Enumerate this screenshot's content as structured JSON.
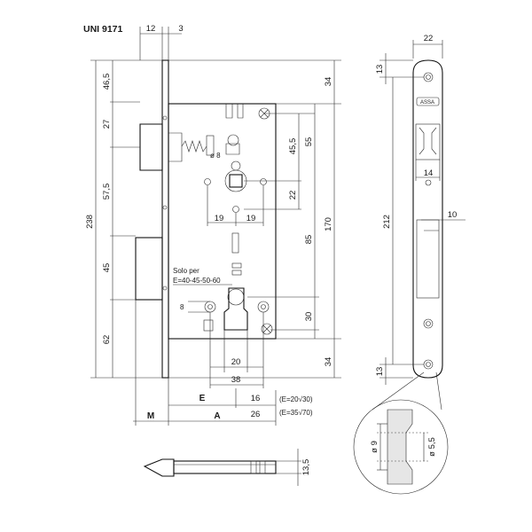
{
  "title": "UNI 9171",
  "top_dims": {
    "a": "12",
    "b": "3"
  },
  "left_dims": {
    "d1": "46,5",
    "d2": "27",
    "d3": "57,5",
    "d4": "45",
    "d5": "62",
    "total": "238"
  },
  "right_dims": {
    "top": "34",
    "d55": "55",
    "d455": "45,5",
    "d22": "22",
    "d85": "85",
    "d170": "170",
    "d30": "30",
    "bottom": "34"
  },
  "center_dims": {
    "phi8": "ø 8",
    "d19a": "19",
    "d19b": "19",
    "d8": "8",
    "d20": "20",
    "d38": "38"
  },
  "note": {
    "line1": "Solo per",
    "line2": "E=40-45-50-60"
  },
  "bottom_dims": {
    "E": "E",
    "d16": "16",
    "A": "A",
    "d26": "26",
    "M": "M",
    "eq1": "(E=20√30)",
    "eq2": "(E=35√70)"
  },
  "key_dims": {
    "d135": "13,5"
  },
  "plate": {
    "width": "22",
    "top13": "13",
    "bottom13": "13",
    "height": "212",
    "slot14": "14",
    "d10": "10",
    "logo": "ASSA"
  },
  "detail": {
    "phi9": "ø 9",
    "phi55": "ø 5,5"
  }
}
